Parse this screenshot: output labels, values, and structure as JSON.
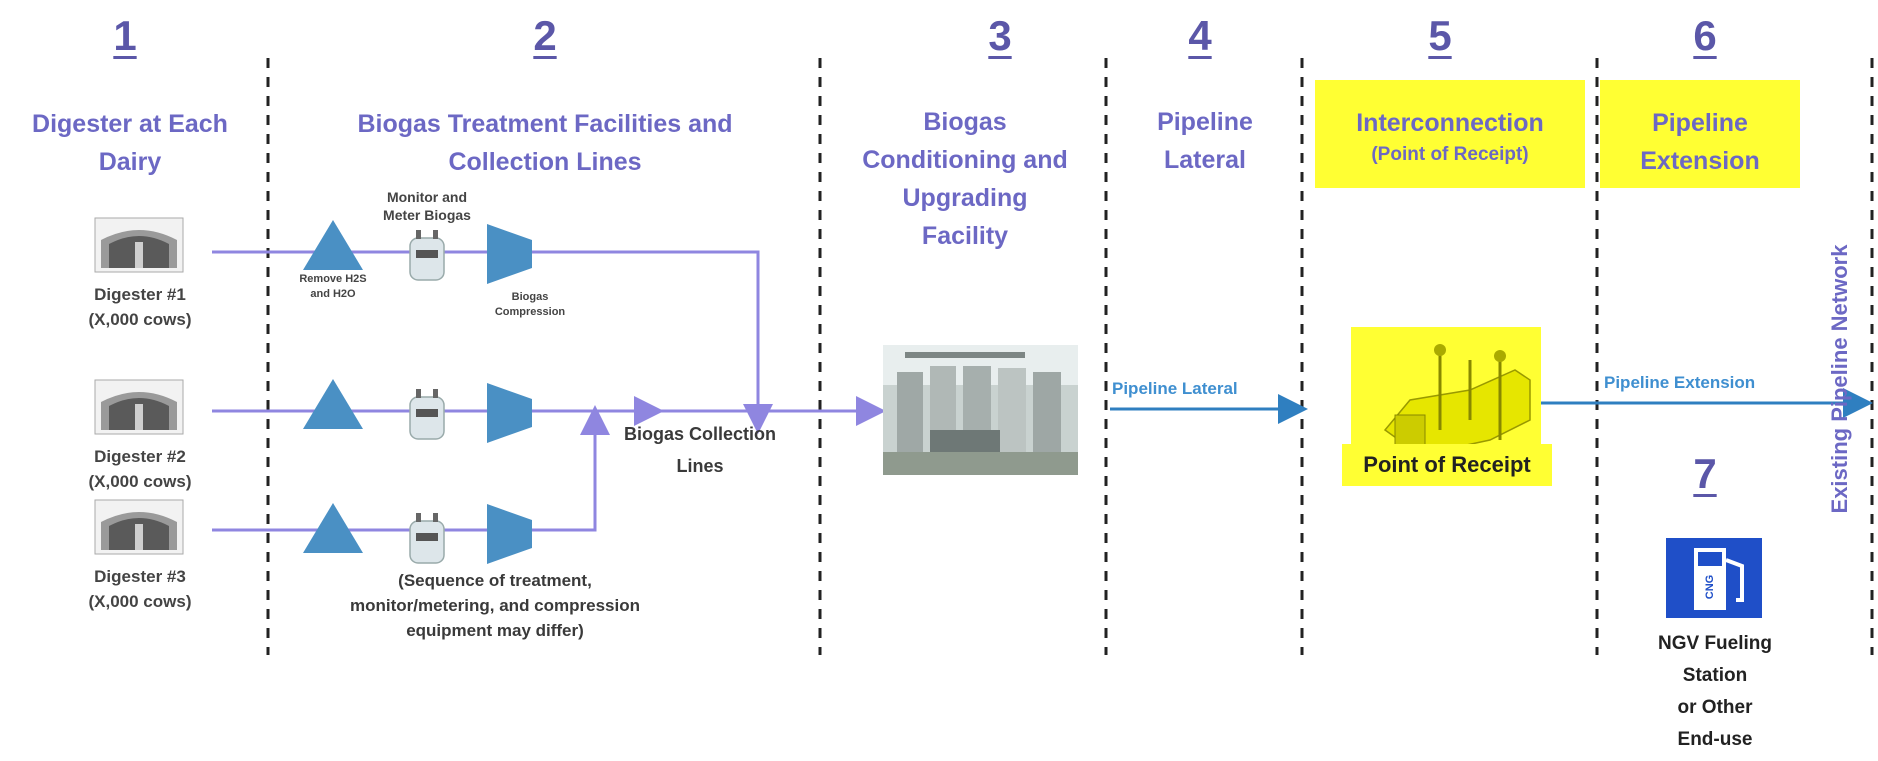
{
  "stages": [
    {
      "number": "1",
      "title_lines": [
        "Digester at Each",
        "Dairy"
      ]
    },
    {
      "number": "2",
      "title_lines": [
        "Biogas Treatment Facilities and",
        "Collection Lines"
      ]
    },
    {
      "number": "3",
      "title_lines": [
        "Biogas",
        "Conditioning and",
        "Upgrading",
        "Facility"
      ]
    },
    {
      "number": "4",
      "title_lines": [
        "Pipeline",
        "Lateral"
      ]
    },
    {
      "number": "5",
      "title_lines": [
        "Interconnection",
        "(Point of Receipt)"
      ]
    },
    {
      "number": "6",
      "title_lines": [
        "Pipeline",
        "Extension"
      ]
    },
    {
      "number": "7"
    }
  ],
  "digesters": [
    {
      "name": "Digester #1",
      "cows": "(X,000 cows)"
    },
    {
      "name": "Digester #2",
      "cows": "(X,000 cows)"
    },
    {
      "name": "Digester #3",
      "cows": "(X,000 cows)"
    }
  ],
  "treatment_labels": {
    "remove": [
      "Remove H2S",
      "and H2O"
    ],
    "monitor": [
      "Monitor and",
      "Meter  Biogas"
    ],
    "compression": [
      "Biogas",
      "Compression"
    ],
    "note": [
      "(Sequence of treatment,",
      "monitor/metering, and compression",
      "equipment may differ)"
    ]
  },
  "collection_lines": [
    "Biogas Collection",
    "Lines"
  ],
  "pipeline_lateral_label": "Pipeline Lateral",
  "pipeline_extension_label": "Pipeline Extension",
  "point_of_receipt": "Point of Receipt",
  "existing_network": "Existing  Pipeline Network",
  "fueling_station": [
    "NGV Fueling",
    "Station",
    "or Other",
    "End-use"
  ],
  "fuel_icon_text": "CNG",
  "colors": {
    "stage_text": "#6c68c4",
    "number": "#5b57a8",
    "flow_line": "#8f86e0",
    "pipeline_line": "#3f8fd0",
    "triangle": "#4a90c4",
    "highlight": "#ffff33",
    "fuel_icon": "#1f4fc8"
  }
}
